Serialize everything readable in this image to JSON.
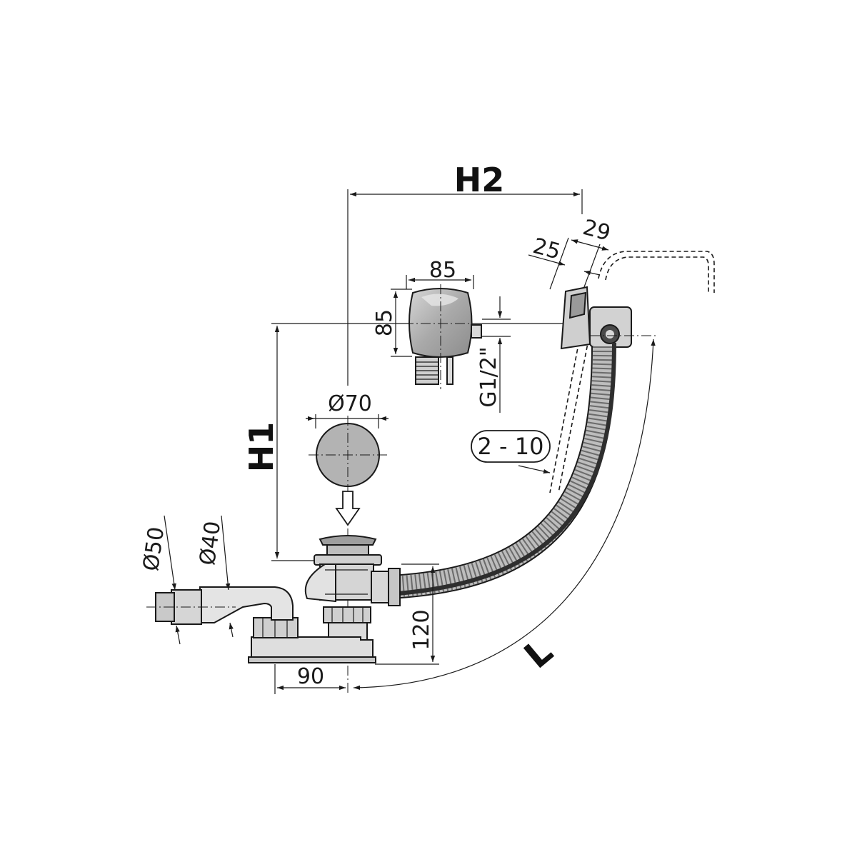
{
  "labels": {
    "h2": "H2",
    "h1": "H1",
    "l": "L",
    "d85w": "85",
    "d85h": "85",
    "d29": "29",
    "d25": "25",
    "d70": "Ø70",
    "thread": "G1/2\"",
    "range": "2 - 10",
    "d50": "Ø50",
    "d40": "Ø40",
    "d120": "120",
    "d90": "90"
  },
  "colors": {
    "line": "#1a1a1a",
    "part_fill": "#b9b9b9",
    "part_dark": "#8a8a8a",
    "part_light": "#d8d8d8",
    "hose_dark": "#3a3a3a"
  }
}
